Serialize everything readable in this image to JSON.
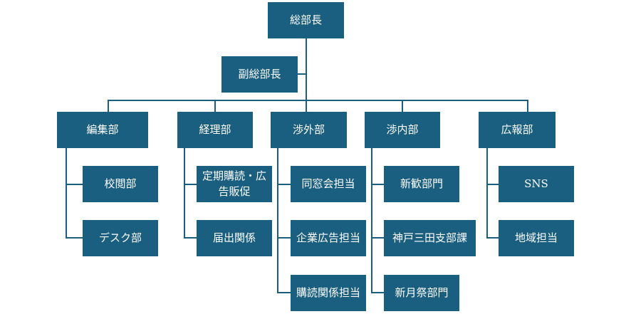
{
  "chart_data": {
    "type": "org-chart",
    "root": "総部長",
    "deputy": "副総部長",
    "departments": [
      {
        "name": "編集部",
        "children": [
          "校閲部",
          "デスク部"
        ]
      },
      {
        "name": "経理部",
        "children": [
          "定期購読・広告販促",
          "届出関係"
        ]
      },
      {
        "name": "渉外部",
        "children": [
          "同窓会担当",
          "企業広告担当",
          "購読関係担当"
        ]
      },
      {
        "name": "渉内部",
        "children": [
          "新歓部門",
          "神戸三田支部課",
          "新月祭部門"
        ]
      },
      {
        "name": "広報部",
        "children": [
          "SNS",
          "地域担当"
        ]
      }
    ]
  },
  "color": "#1a5e80"
}
